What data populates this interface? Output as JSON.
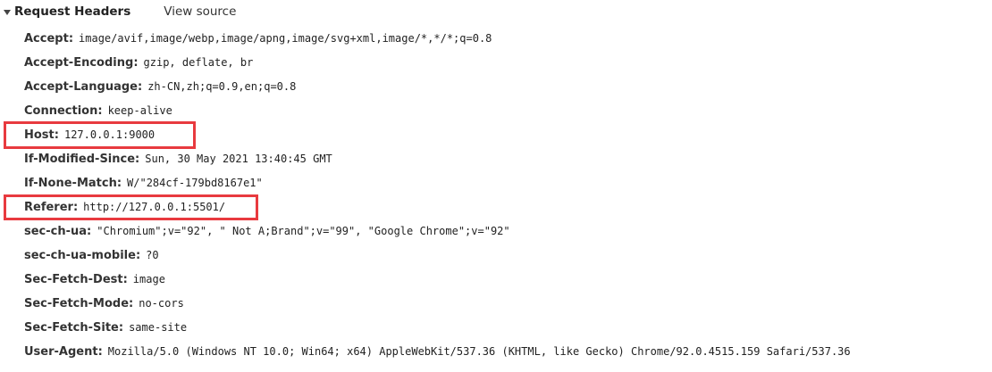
{
  "section": {
    "title": "Request Headers",
    "view_source": "View source"
  },
  "headers": [
    {
      "name": "Accept",
      "value": "image/avif,image/webp,image/apng,image/svg+xml,image/*,*/*;q=0.8"
    },
    {
      "name": "Accept-Encoding",
      "value": "gzip, deflate, br"
    },
    {
      "name": "Accept-Language",
      "value": "zh-CN,zh;q=0.9,en;q=0.8"
    },
    {
      "name": "Connection",
      "value": "keep-alive"
    },
    {
      "name": "Host",
      "value": "127.0.0.1:9000"
    },
    {
      "name": "If-Modified-Since",
      "value": "Sun, 30 May 2021 13:40:45 GMT"
    },
    {
      "name": "If-None-Match",
      "value": "W/\"284cf-179bd8167e1\""
    },
    {
      "name": "Referer",
      "value": "http://127.0.0.1:5501/"
    },
    {
      "name": "sec-ch-ua",
      "value": "\"Chromium\";v=\"92\", \" Not A;Brand\";v=\"99\", \"Google Chrome\";v=\"92\""
    },
    {
      "name": "sec-ch-ua-mobile",
      "value": "?0"
    },
    {
      "name": "Sec-Fetch-Dest",
      "value": "image"
    },
    {
      "name": "Sec-Fetch-Mode",
      "value": "no-cors"
    },
    {
      "name": "Sec-Fetch-Site",
      "value": "same-site"
    },
    {
      "name": "User-Agent",
      "value": "Mozilla/5.0 (Windows NT 10.0; Win64; x64) AppleWebKit/537.36 (KHTML, like Gecko) Chrome/92.0.4515.159 Safari/537.36"
    }
  ],
  "separator": ":",
  "colors": {
    "highlight": "#e83a3f"
  }
}
